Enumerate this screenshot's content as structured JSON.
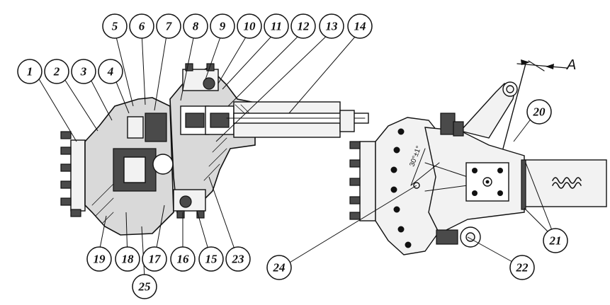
{
  "callouts": [
    {
      "id": "1",
      "label": "1"
    },
    {
      "id": "2",
      "label": "2"
    },
    {
      "id": "3",
      "label": "3"
    },
    {
      "id": "4",
      "label": "4"
    },
    {
      "id": "5",
      "label": "5"
    },
    {
      "id": "6",
      "label": "6"
    },
    {
      "id": "7",
      "label": "7"
    },
    {
      "id": "8",
      "label": "8"
    },
    {
      "id": "9",
      "label": "9"
    },
    {
      "id": "10",
      "label": "10"
    },
    {
      "id": "11",
      "label": "11"
    },
    {
      "id": "12",
      "label": "12"
    },
    {
      "id": "13",
      "label": "13"
    },
    {
      "id": "14",
      "label": "14"
    },
    {
      "id": "15",
      "label": "15"
    },
    {
      "id": "16",
      "label": "16"
    },
    {
      "id": "17",
      "label": "17"
    },
    {
      "id": "18",
      "label": "18"
    },
    {
      "id": "19",
      "label": "19"
    },
    {
      "id": "20",
      "label": "20"
    },
    {
      "id": "21",
      "label": "21"
    },
    {
      "id": "22",
      "label": "22"
    },
    {
      "id": "23",
      "label": "23"
    },
    {
      "id": "24",
      "label": "24"
    },
    {
      "id": "25",
      "label": "25"
    }
  ],
  "view_label": "A",
  "angle_label": "30°±1°"
}
